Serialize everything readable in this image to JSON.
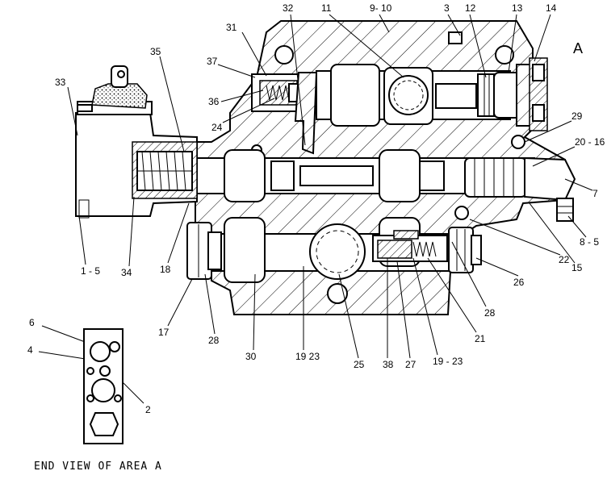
{
  "area_tag": "A",
  "caption": "END VIEW OF AREA A",
  "callouts": {
    "c1": "32",
    "c2": "11",
    "c3": "9- 10",
    "c4": "3",
    "c5": "12",
    "c6": "13",
    "c7": "14",
    "c8": "31",
    "c9": "35",
    "c10": "33",
    "c11": "37",
    "c12": "36",
    "c13": "24",
    "c14": "29",
    "c15": "20 - 16",
    "c16": "7",
    "c17": "8 - 5",
    "c18": "1 - 5",
    "c19": "34",
    "c20": "18",
    "c21": "22",
    "c22": "15",
    "c23": "26",
    "c24": "28",
    "c25": "21",
    "c26": "17",
    "c27": "28",
    "c28": "30",
    "c29": "19 23",
    "c30": "25",
    "c31": "38",
    "c32": "27",
    "c33": "19 - 23",
    "c34": "6",
    "c35": "4",
    "c36": "2"
  }
}
